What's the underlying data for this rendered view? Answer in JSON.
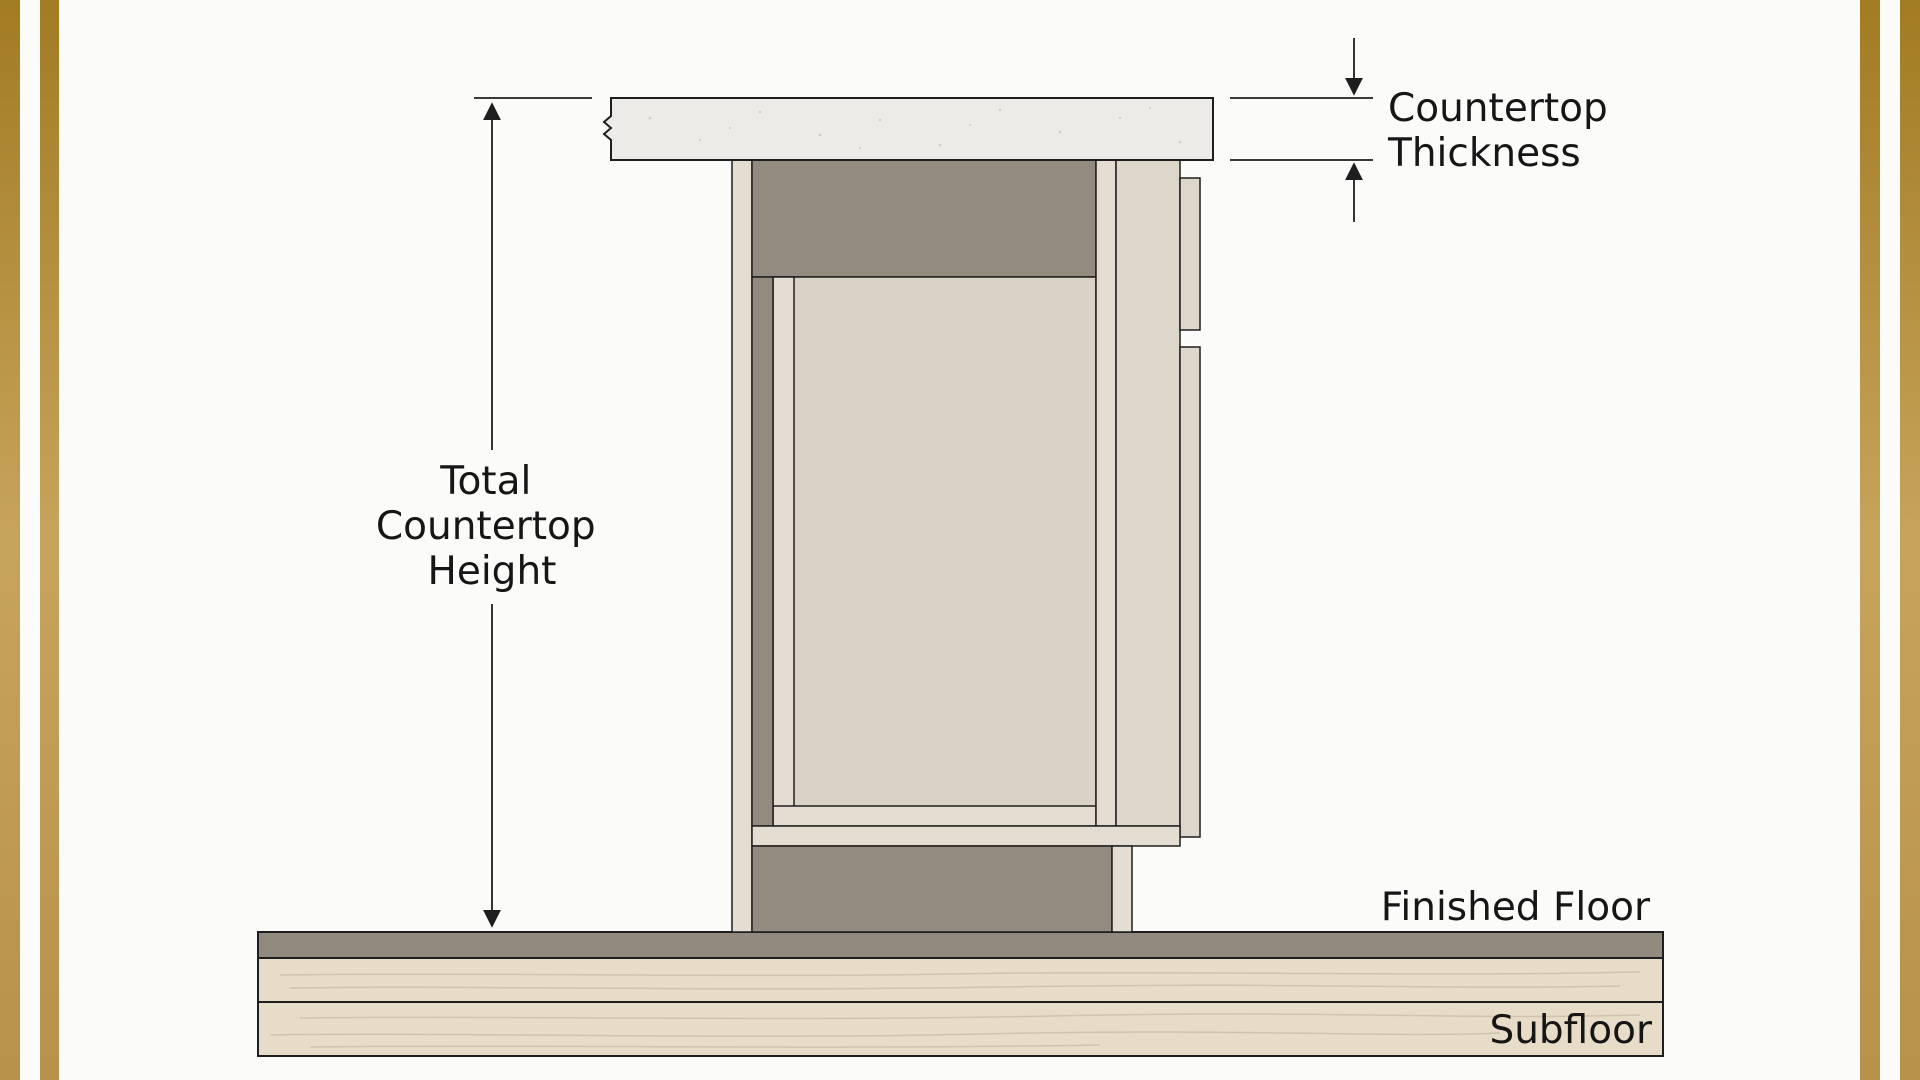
{
  "labels": {
    "total_height": [
      "Total",
      "Countertop",
      "Height"
    ],
    "thickness": [
      "Countertop",
      "Thickness"
    ],
    "finished_floor": "Finished Floor",
    "subfloor": "Subfloor"
  },
  "colors": {
    "frame_gold": "#b08a3e",
    "page_bg": "#fbfbf9",
    "countertop": "#ecebe8",
    "cabinet_panel": "#d9d2c7",
    "cabinet_edge": "#e3ddd2",
    "cabinet_dark": "#948b80",
    "finished_floor": "#938a7f",
    "subfloor": "#e6dcc8",
    "line": "#1e1e1e"
  }
}
